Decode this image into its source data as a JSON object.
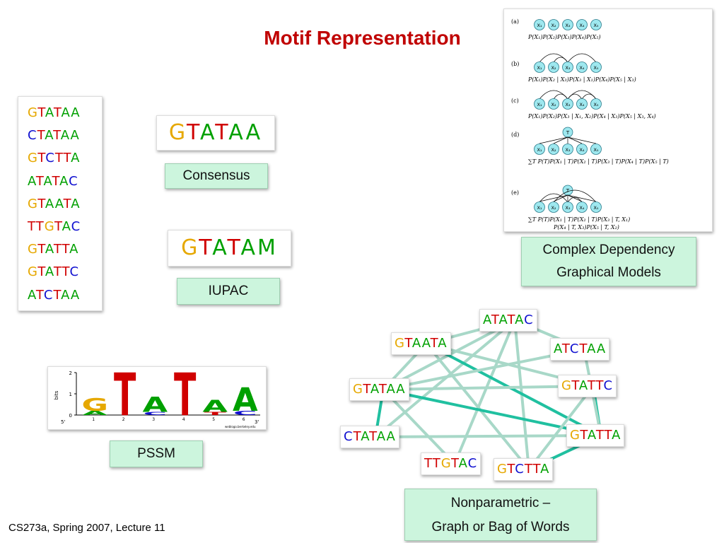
{
  "title": "Motif Representation",
  "footer": "CS273a, Spring 2007, Lecture 11",
  "colors": {
    "A": "#00a000",
    "C": "#1010d0",
    "G": "#e6a800",
    "T": "#d00000",
    "M": "#00a000",
    "label_bg": "#ccf5dd",
    "title": "#c00000",
    "edge": "#a8d8c8",
    "edge_strong": "#20c0a0"
  },
  "sequences": [
    "GTATAA",
    "CTATAA",
    "GTCTTA",
    "ATATAC",
    "GTAATA",
    "TTGTAC",
    "GTATTA",
    "GTATTC",
    "ATCTAA"
  ],
  "consensus": {
    "motif": "GTATAA",
    "label": "Consensus"
  },
  "iupac": {
    "motif": "GTATAM",
    "label": "IUPAC"
  },
  "pssm": {
    "label": "PSSM",
    "y_axis_label": "bits",
    "y_ticks": [
      "0",
      "1",
      "2"
    ],
    "x_ticks": [
      "1",
      "2",
      "3",
      "4",
      "5",
      "6"
    ],
    "left_end": "5'",
    "right_end": "3'",
    "credit": "weblogo.berkeley.edu",
    "columns": [
      {
        "stack": [
          {
            "letter": "A",
            "bits": 0.2
          },
          {
            "letter": "G",
            "bits": 0.6
          }
        ]
      },
      {
        "stack": [
          {
            "letter": "T",
            "bits": 2.0
          }
        ]
      },
      {
        "stack": [
          {
            "letter": "C",
            "bits": 0.15
          },
          {
            "letter": "A",
            "bits": 0.7
          }
        ]
      },
      {
        "stack": [
          {
            "letter": "T",
            "bits": 2.0
          }
        ]
      },
      {
        "stack": [
          {
            "letter": "T",
            "bits": 0.15
          },
          {
            "letter": "A",
            "bits": 0.55
          }
        ]
      },
      {
        "stack": [
          {
            "letter": "C",
            "bits": 0.2
          },
          {
            "letter": "A",
            "bits": 1.1
          }
        ]
      }
    ]
  },
  "graphical_models": {
    "label_line1": "Complex Dependency",
    "label_line2": "Graphical Models",
    "panels": [
      {
        "tag": "(a)",
        "formula": "P(X₁)P(X₂)P(X₃)P(X₄)P(X₅)",
        "root": false,
        "edges": []
      },
      {
        "tag": "(b)",
        "formula": "P(X₁)P(X₂ | X₃)P(X₃ | X₁)P(X₄)P(X₅ | X₃)",
        "root": false,
        "edges": [
          [
            1,
            3
          ],
          [
            3,
            2
          ],
          [
            3,
            5
          ]
        ]
      },
      {
        "tag": "(c)",
        "formula": "P(X₁)P(X₂)P(X₃ | X₁, X₂)P(X₄ | X₃)P(X₅ | X₃, X₄)",
        "root": false,
        "edges": [
          [
            1,
            3
          ],
          [
            2,
            3
          ],
          [
            3,
            4
          ],
          [
            3,
            5
          ],
          [
            4,
            5
          ]
        ]
      },
      {
        "tag": "(d)",
        "formula": "∑T P(T)P(X₁ | T)P(X₂ | T)P(X₃ | T)P(X₄ | T)P(X₅ | T)",
        "formula2": "",
        "root": true,
        "edges": []
      },
      {
        "tag": "(e)",
        "formula": "∑T  P(T)P(X₁ | T)P(X₂ | T)P(X₃ | T, X₁)",
        "formula2": "P(X₄ | T, X₃)P(X₅ | T, X₂)",
        "root": true,
        "edges": [
          [
            1,
            3
          ],
          [
            3,
            4
          ],
          [
            2,
            5
          ]
        ]
      }
    ],
    "root_label": "T",
    "node_labels": [
      "X₁",
      "X₂",
      "X₃",
      "X₄",
      "X₅"
    ]
  },
  "graph": {
    "label_line1": "Nonparametric –",
    "label_line2": "Graph or Bag of Words",
    "nodes": [
      {
        "id": "n_atatac",
        "seq": "ATATAC"
      },
      {
        "id": "n_gtaata",
        "seq": "GTAATA"
      },
      {
        "id": "n_atctaa",
        "seq": "ATCTAA"
      },
      {
        "id": "n_gtataa",
        "seq": "GTATAA"
      },
      {
        "id": "n_gtattc",
        "seq": "GTATTC"
      },
      {
        "id": "n_ctataa",
        "seq": "CTATAA"
      },
      {
        "id": "n_gtatta",
        "seq": "GTATTA"
      },
      {
        "id": "n_ttgtac",
        "seq": "TTGTAC"
      },
      {
        "id": "n_gtctta",
        "seq": "GTCTTA"
      }
    ],
    "edges": [
      {
        "from": 0,
        "to": 3,
        "strong": false
      },
      {
        "from": 0,
        "to": 1,
        "strong": false
      },
      {
        "from": 0,
        "to": 2,
        "strong": false
      },
      {
        "from": 0,
        "to": 5,
        "strong": false
      },
      {
        "from": 0,
        "to": 7,
        "strong": false
      },
      {
        "from": 0,
        "to": 8,
        "strong": false
      },
      {
        "from": 1,
        "to": 3,
        "strong": false
      },
      {
        "from": 1,
        "to": 4,
        "strong": false
      },
      {
        "from": 1,
        "to": 6,
        "strong": true
      },
      {
        "from": 1,
        "to": 8,
        "strong": false
      },
      {
        "from": 3,
        "to": 6,
        "strong": true
      },
      {
        "from": 3,
        "to": 4,
        "strong": false
      },
      {
        "from": 3,
        "to": 5,
        "strong": true
      },
      {
        "from": 3,
        "to": 2,
        "strong": false
      },
      {
        "from": 4,
        "to": 6,
        "strong": true
      },
      {
        "from": 4,
        "to": 8,
        "strong": false
      },
      {
        "from": 6,
        "to": 8,
        "strong": true
      },
      {
        "from": 6,
        "to": 5,
        "strong": false
      },
      {
        "from": 2,
        "to": 6,
        "strong": false
      },
      {
        "from": 3,
        "to": 7,
        "strong": false
      }
    ]
  }
}
